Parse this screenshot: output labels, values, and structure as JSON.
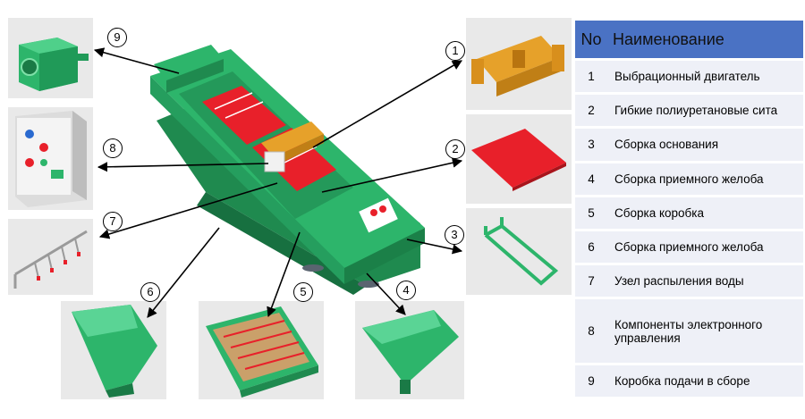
{
  "table": {
    "header": {
      "no": "No",
      "name": "Наименование"
    },
    "rows": [
      {
        "no": "1",
        "name": "Выбрационный двигатель"
      },
      {
        "no": "2",
        "name": "Гибкие полиуретановые сита"
      },
      {
        "no": "3",
        "name": "Сборка основания"
      },
      {
        "no": "4",
        "name": "Сборка приемного желоба"
      },
      {
        "no": "5",
        "name": "Сборка коробка"
      },
      {
        "no": "6",
        "name": "Сборка приемного желоба"
      },
      {
        "no": "7",
        "name": "Узел распыления воды"
      },
      {
        "no": "8",
        "name": "Компоненты электронного управления"
      },
      {
        "no": "9",
        "name": "Коробка подачи в сборе"
      }
    ]
  },
  "callouts": [
    "1",
    "2",
    "3",
    "4",
    "5",
    "6",
    "7",
    "8",
    "9"
  ],
  "colors": {
    "machine_green": "#2db56b",
    "screen_red": "#e8202a",
    "motor_orange": "#e6a12a",
    "header_blue": "#4a72c4"
  }
}
